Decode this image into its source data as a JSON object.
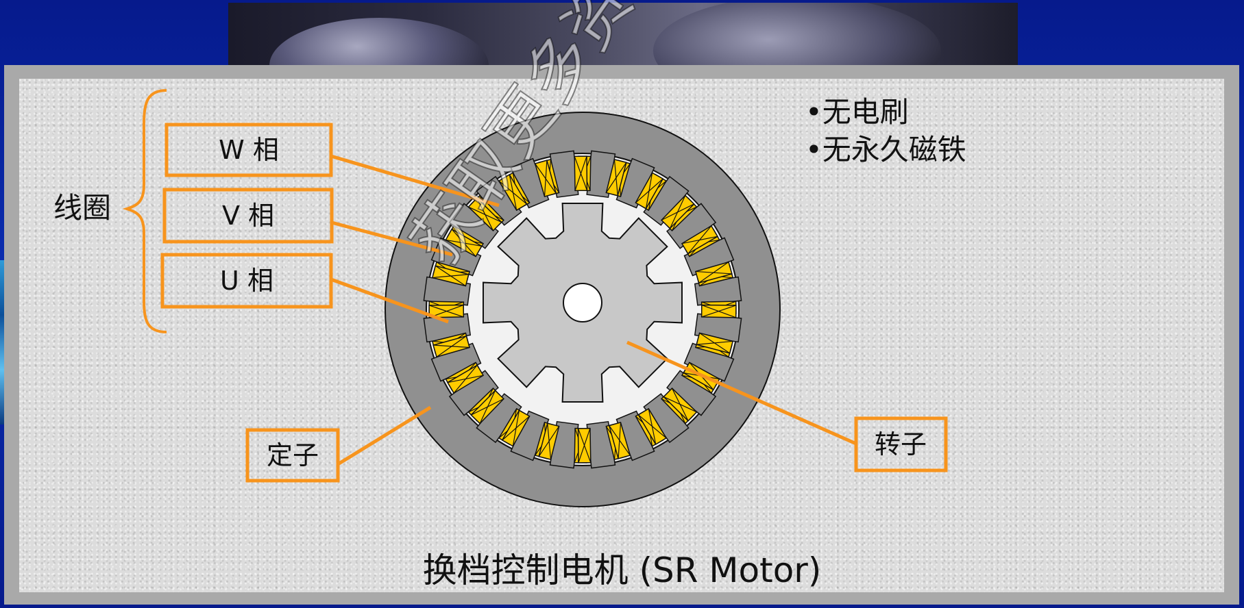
{
  "diagram": {
    "coil_group_label": "线圈",
    "phases": [
      {
        "label": "W 相"
      },
      {
        "label": "V 相"
      },
      {
        "label": "U 相"
      }
    ],
    "stator_label": "定子",
    "rotor_label": "转子",
    "features": [
      "•无电刷",
      "•无永久磁铁"
    ],
    "caption": "换档控制电机 (SR Motor)",
    "watermark": "获取更多资料 微信搜索"
  },
  "colors": {
    "accent_orange": "#f7941d",
    "coil_yellow": "#ffcc00",
    "stator_gray": "#909090",
    "rotor_gray": "#c8c8c8",
    "frame_blue": "#0a2db0"
  }
}
